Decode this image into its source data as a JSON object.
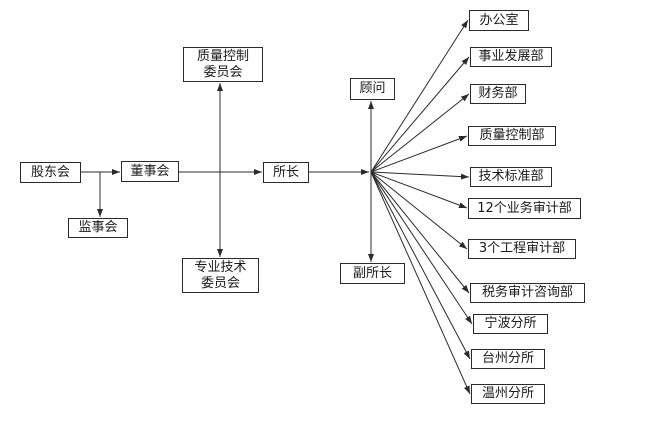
{
  "diagram": {
    "type": "organization-chart",
    "colors": {
      "background": "#ffffff",
      "line": "#2b2b2b",
      "box_border": "#2b2b2b",
      "box_fill": "#ffffff",
      "text": "#1a1a1a"
    },
    "nodes": [
      {
        "id": "shareholders-meeting",
        "label": "股东会"
      },
      {
        "id": "board-of-directors",
        "label": "董事会"
      },
      {
        "id": "board-of-supervisors",
        "label": "监事会"
      },
      {
        "id": "quality-control-committee",
        "label": "质量控制\n委员会"
      },
      {
        "id": "professional-technical-committee",
        "label": "专业技术\n委员会"
      },
      {
        "id": "director",
        "label": "所长"
      },
      {
        "id": "advisor",
        "label": "顾问"
      },
      {
        "id": "deputy-director",
        "label": "副所长"
      },
      {
        "id": "office",
        "label": "办公室"
      },
      {
        "id": "business-development-dept",
        "label": "事业发展部"
      },
      {
        "id": "finance-dept",
        "label": "财务部"
      },
      {
        "id": "quality-control-dept",
        "label": "质量控制部"
      },
      {
        "id": "technical-standards-dept",
        "label": "技术标准部"
      },
      {
        "id": "business-audit-depts",
        "label": "12个业务审计部"
      },
      {
        "id": "engineering-audit-depts",
        "label": "3个工程审计部"
      },
      {
        "id": "tax-audit-consulting-dept",
        "label": "税务审计咨询部"
      },
      {
        "id": "ningbo-branch",
        "label": "宁波分所"
      },
      {
        "id": "taizhou-branch",
        "label": "台州分所"
      },
      {
        "id": "wenzhou-branch",
        "label": "温州分所"
      }
    ],
    "edges": [
      {
        "from": "股东会",
        "to": "董事会"
      },
      {
        "from": "股东会",
        "to": "监事会"
      },
      {
        "from": "董事会",
        "to": "所长"
      },
      {
        "from": "董事会",
        "to": "质量控制委员会"
      },
      {
        "from": "董事会",
        "to": "专业技术委员会"
      },
      {
        "from": "所长",
        "to": "顾问"
      },
      {
        "from": "所长",
        "to": "副所长"
      },
      {
        "from": "所长",
        "to": "办公室"
      },
      {
        "from": "所长",
        "to": "事业发展部"
      },
      {
        "from": "所长",
        "to": "财务部"
      },
      {
        "from": "所长",
        "to": "质量控制部"
      },
      {
        "from": "所长",
        "to": "技术标准部"
      },
      {
        "from": "所长",
        "to": "12个业务审计部"
      },
      {
        "from": "所长",
        "to": "3个工程审计部"
      },
      {
        "from": "所长",
        "to": "税务审计咨询部"
      },
      {
        "from": "所长",
        "to": "宁波分所"
      },
      {
        "from": "所长",
        "to": "台州分所"
      },
      {
        "from": "所长",
        "to": "温州分所"
      }
    ]
  }
}
